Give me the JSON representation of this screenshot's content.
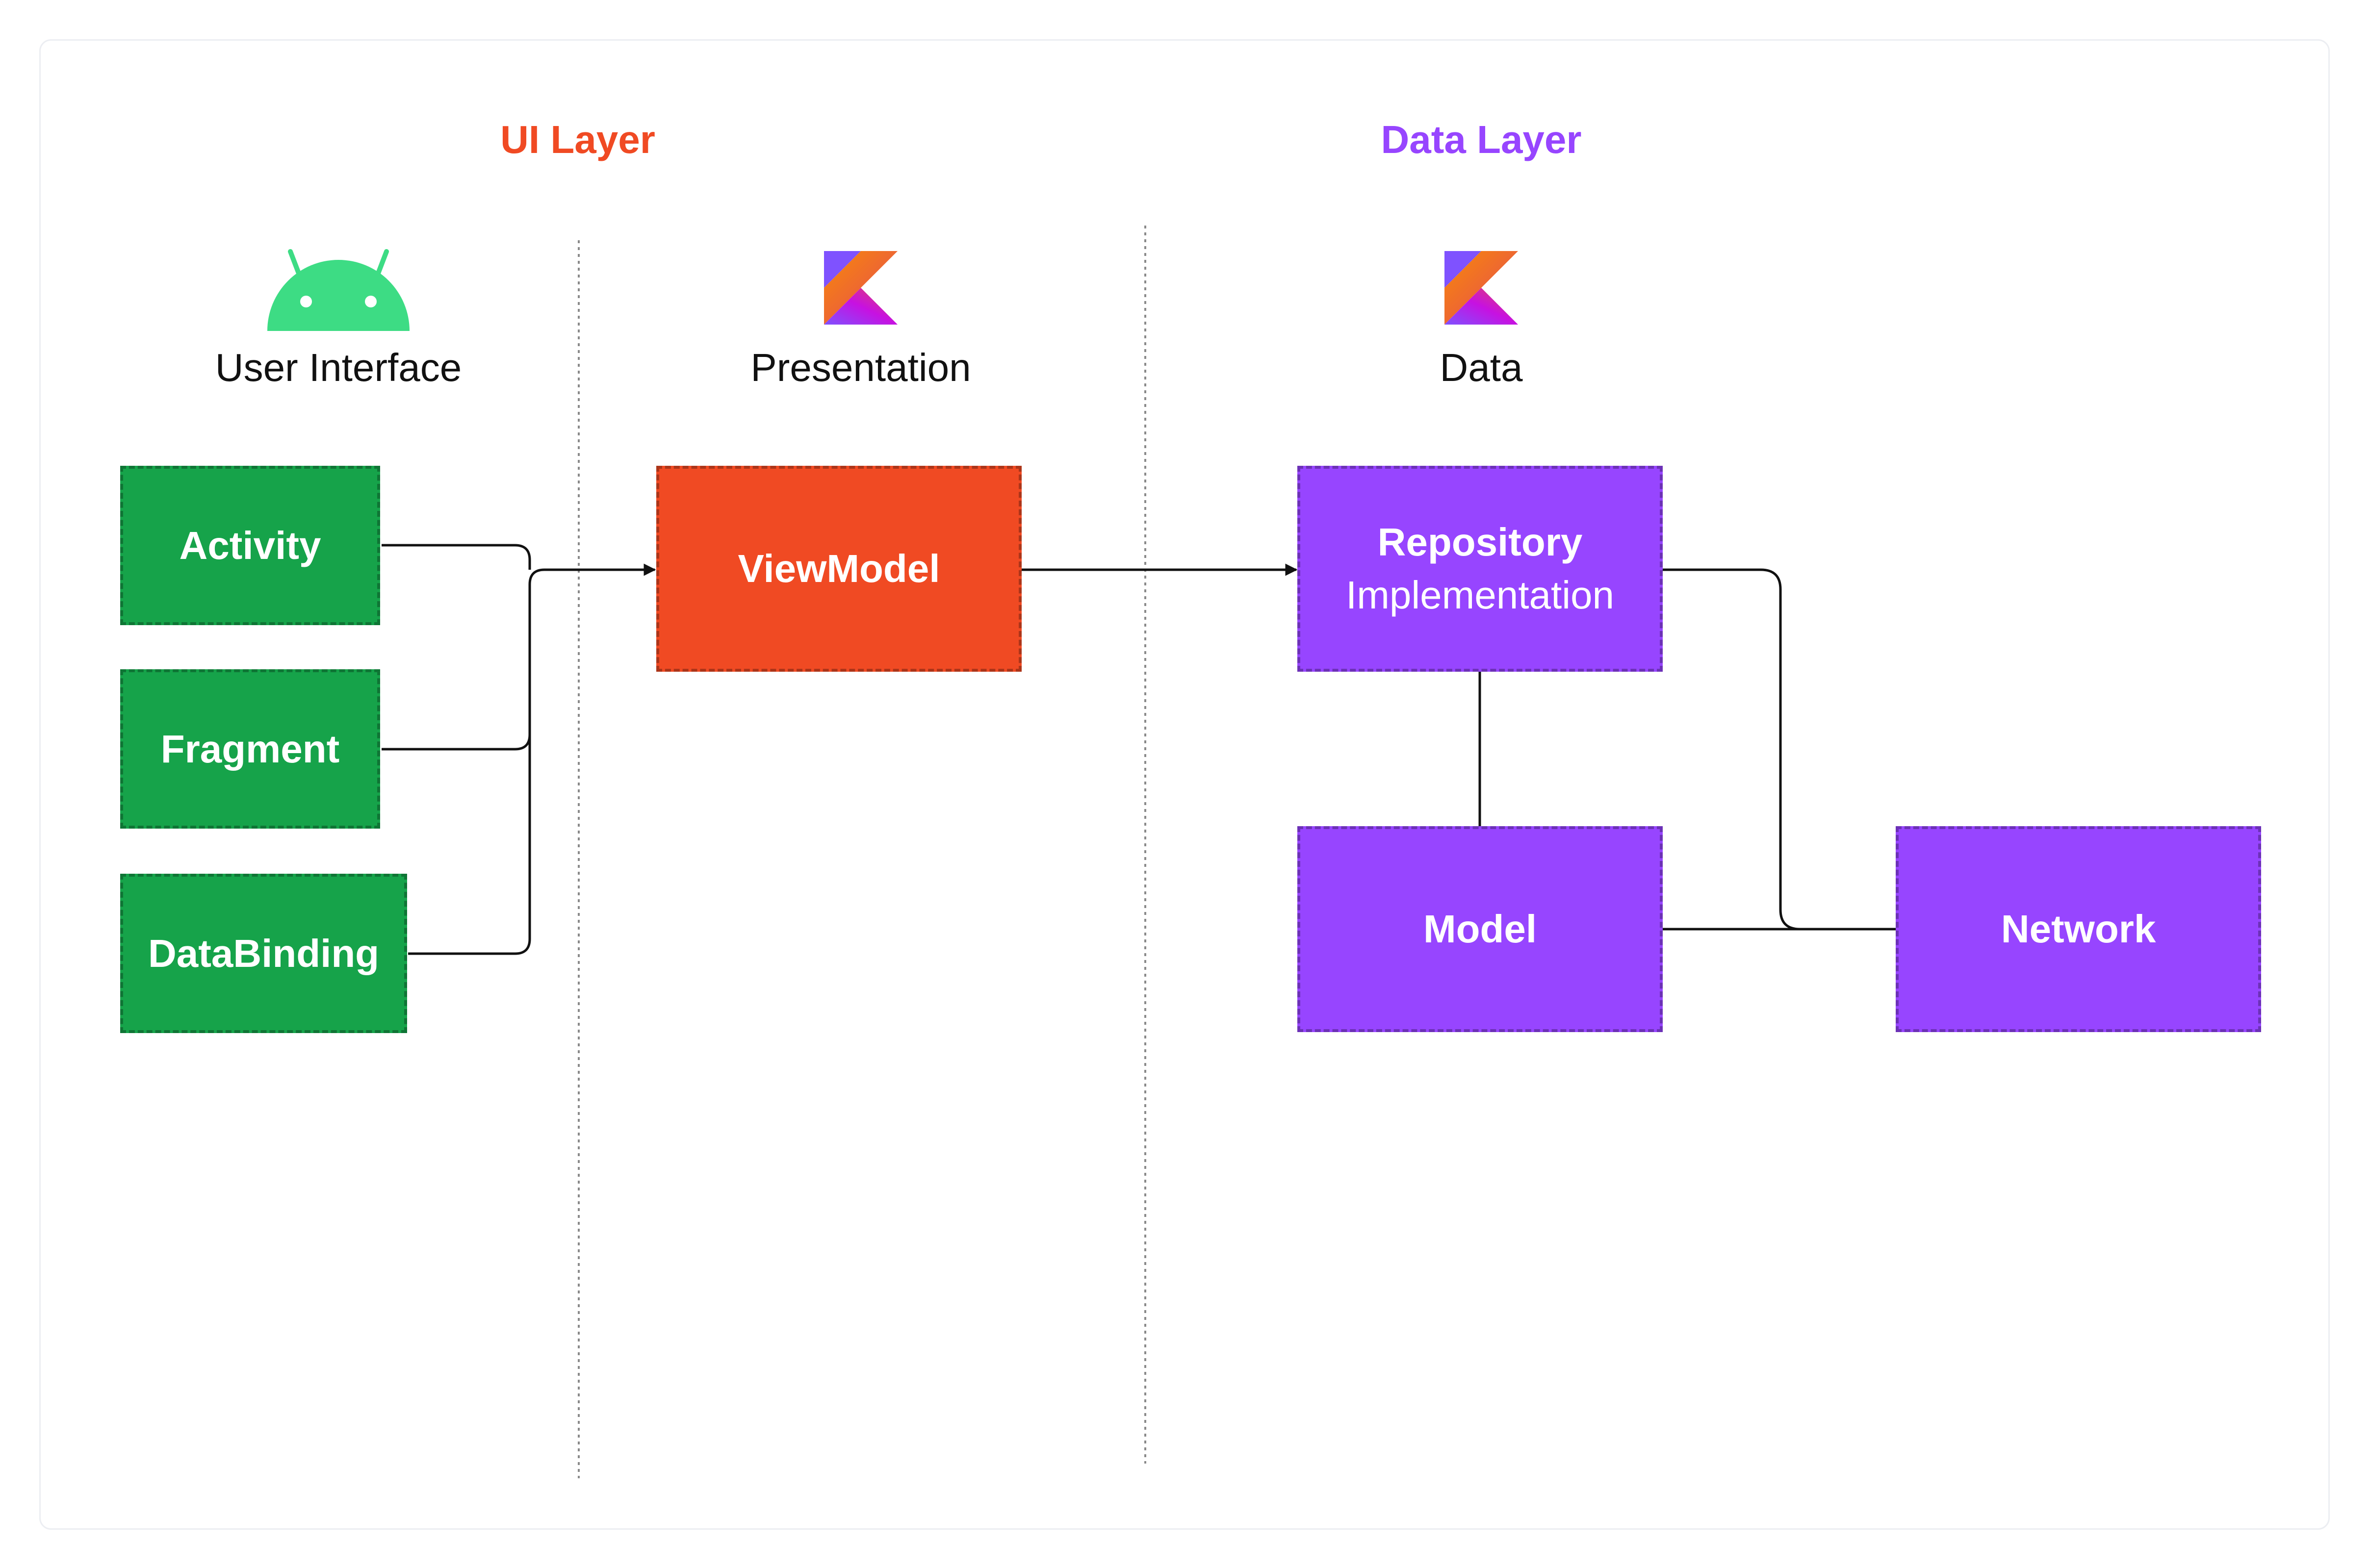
{
  "layers": {
    "ui": {
      "title": "UI Layer",
      "color": "#F04A23"
    },
    "data": {
      "title": "Data Layer",
      "color": "#9745FF"
    }
  },
  "sections": {
    "user_interface": {
      "label": "User Interface",
      "icon": "android-icon"
    },
    "presentation": {
      "label": "Presentation",
      "icon": "kotlin-icon"
    },
    "data": {
      "label": "Data",
      "icon": "kotlin-icon"
    }
  },
  "nodes": {
    "activity": {
      "label": "Activity",
      "color": "#16A34A"
    },
    "fragment": {
      "label": "Fragment",
      "color": "#16A34A"
    },
    "databinding": {
      "label": "DataBinding",
      "color": "#16A34A"
    },
    "viewmodel": {
      "label": "ViewModel",
      "color": "#F04A23"
    },
    "repository": {
      "label": "Repository",
      "sublabel": "Implementation",
      "color": "#9745FF"
    },
    "model": {
      "label": "Model",
      "color": "#9745FF"
    },
    "network": {
      "label": "Network",
      "color": "#9745FF"
    }
  },
  "colors": {
    "android_green": "#3DDC84",
    "connector": "#111111",
    "divider": "#8A8A8A"
  }
}
